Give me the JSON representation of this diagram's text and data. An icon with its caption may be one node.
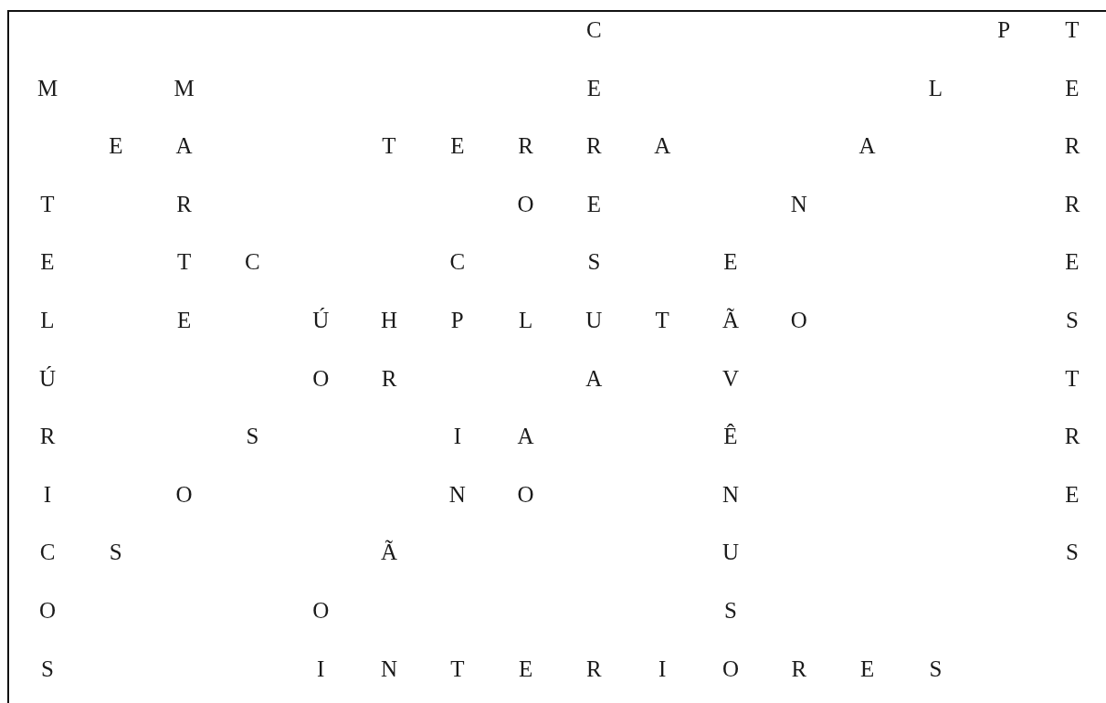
{
  "diagram": {
    "labels": [
      "C",
      "P",
      "T",
      "M",
      "M",
      "E",
      "L",
      "E",
      "E",
      "A",
      "T",
      "E",
      "R",
      "R",
      "A",
      "A",
      "R",
      "T",
      "R",
      "O",
      "E",
      "N",
      "R",
      "E",
      "T",
      "C",
      "C",
      "S",
      "E",
      "E",
      "L",
      "E",
      "Ú",
      "H",
      "P",
      "L",
      "U",
      "T",
      "Ã",
      "O",
      "S",
      "Ú",
      "O",
      "R",
      "A",
      "V",
      "T",
      "R",
      "S",
      "I",
      "A",
      "Ê",
      "R",
      "I",
      "O",
      "N",
      "O",
      "N",
      "E",
      "C",
      "S",
      "Ã",
      "U",
      "S",
      "O",
      "O",
      "S",
      "S",
      "I",
      "N",
      "T",
      "E",
      "R",
      "I",
      "O",
      "R",
      "E",
      "S"
    ]
  }
}
